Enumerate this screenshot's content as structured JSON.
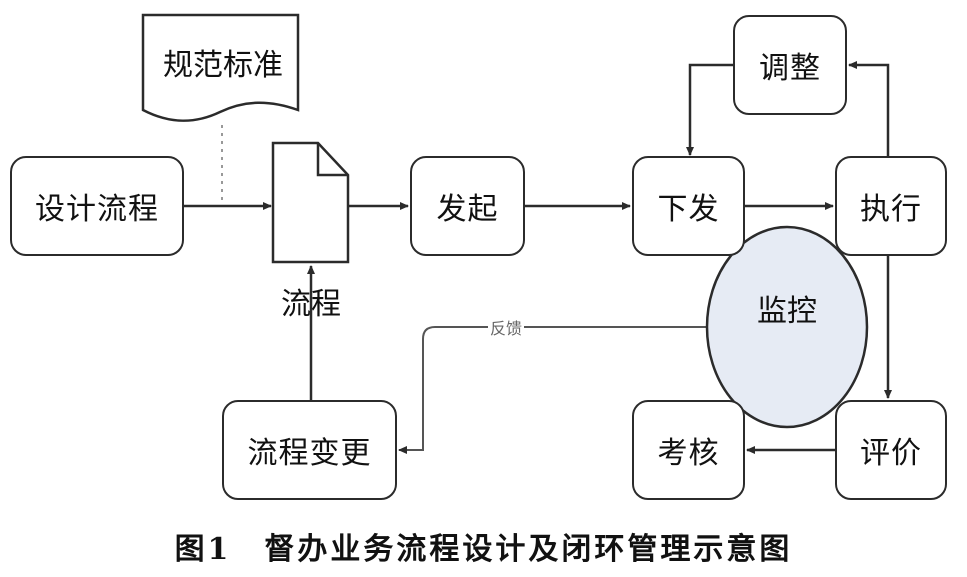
{
  "nodes": {
    "standard": "规范标准",
    "design_process": "设计流程",
    "process_doc": "流程",
    "initiate": "发起",
    "issue": "下发",
    "adjust": "调整",
    "execute": "执行",
    "monitor": "监控",
    "evaluate": "评价",
    "assess": "考核",
    "process_change": "流程变更"
  },
  "edges": {
    "feedback_label": "反馈"
  },
  "caption": "图1　督办业务流程设计及闭环管理示意图",
  "colors": {
    "stroke": "#2b2b2b",
    "monitor_fill": "#e6ebf4"
  }
}
